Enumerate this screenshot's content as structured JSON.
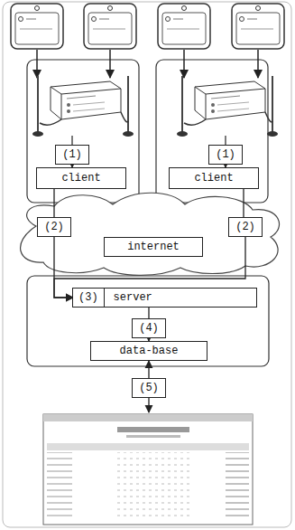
{
  "diagram": {
    "nodes": [
      {
        "text": [
          "(1)"
        ]
      },
      {
        "text": [
          "client"
        ]
      },
      {
        "text": [
          "(1)"
        ]
      },
      {
        "text": [
          "client"
        ]
      },
      {
        "text": [
          "(2)"
        ]
      },
      {
        "text": [
          "(2)"
        ]
      },
      {
        "text": [
          "internet"
        ]
      },
      {
        "text": [
          "server"
        ]
      },
      {
        "text": [
          "(3)"
        ],
        "in": 7
      },
      {
        "text": [
          "(4)"
        ]
      },
      {
        "text": [
          "data-base"
        ]
      },
      {
        "text": [
          "(5)"
        ]
      }
    ],
    "edges": [
      {
        "from": 0,
        "to": 1,
        "arrow": "to"
      },
      {
        "from": 2,
        "to": 3,
        "arrow": "to"
      },
      {
        "from": 1,
        "to": 4,
        "arrow": "none"
      },
      {
        "from": 3,
        "to": 5,
        "arrow": "none"
      },
      {
        "from": 4,
        "to": 8,
        "arrow": "to"
      },
      {
        "from": 5,
        "to": 8,
        "arrow": "to"
      },
      {
        "from": 7,
        "to": 9,
        "arrow": "none"
      },
      {
        "from": 9,
        "to": 10,
        "arrow": "to"
      },
      {
        "from": 11,
        "to": 10,
        "arrow": "to"
      }
    ]
  }
}
